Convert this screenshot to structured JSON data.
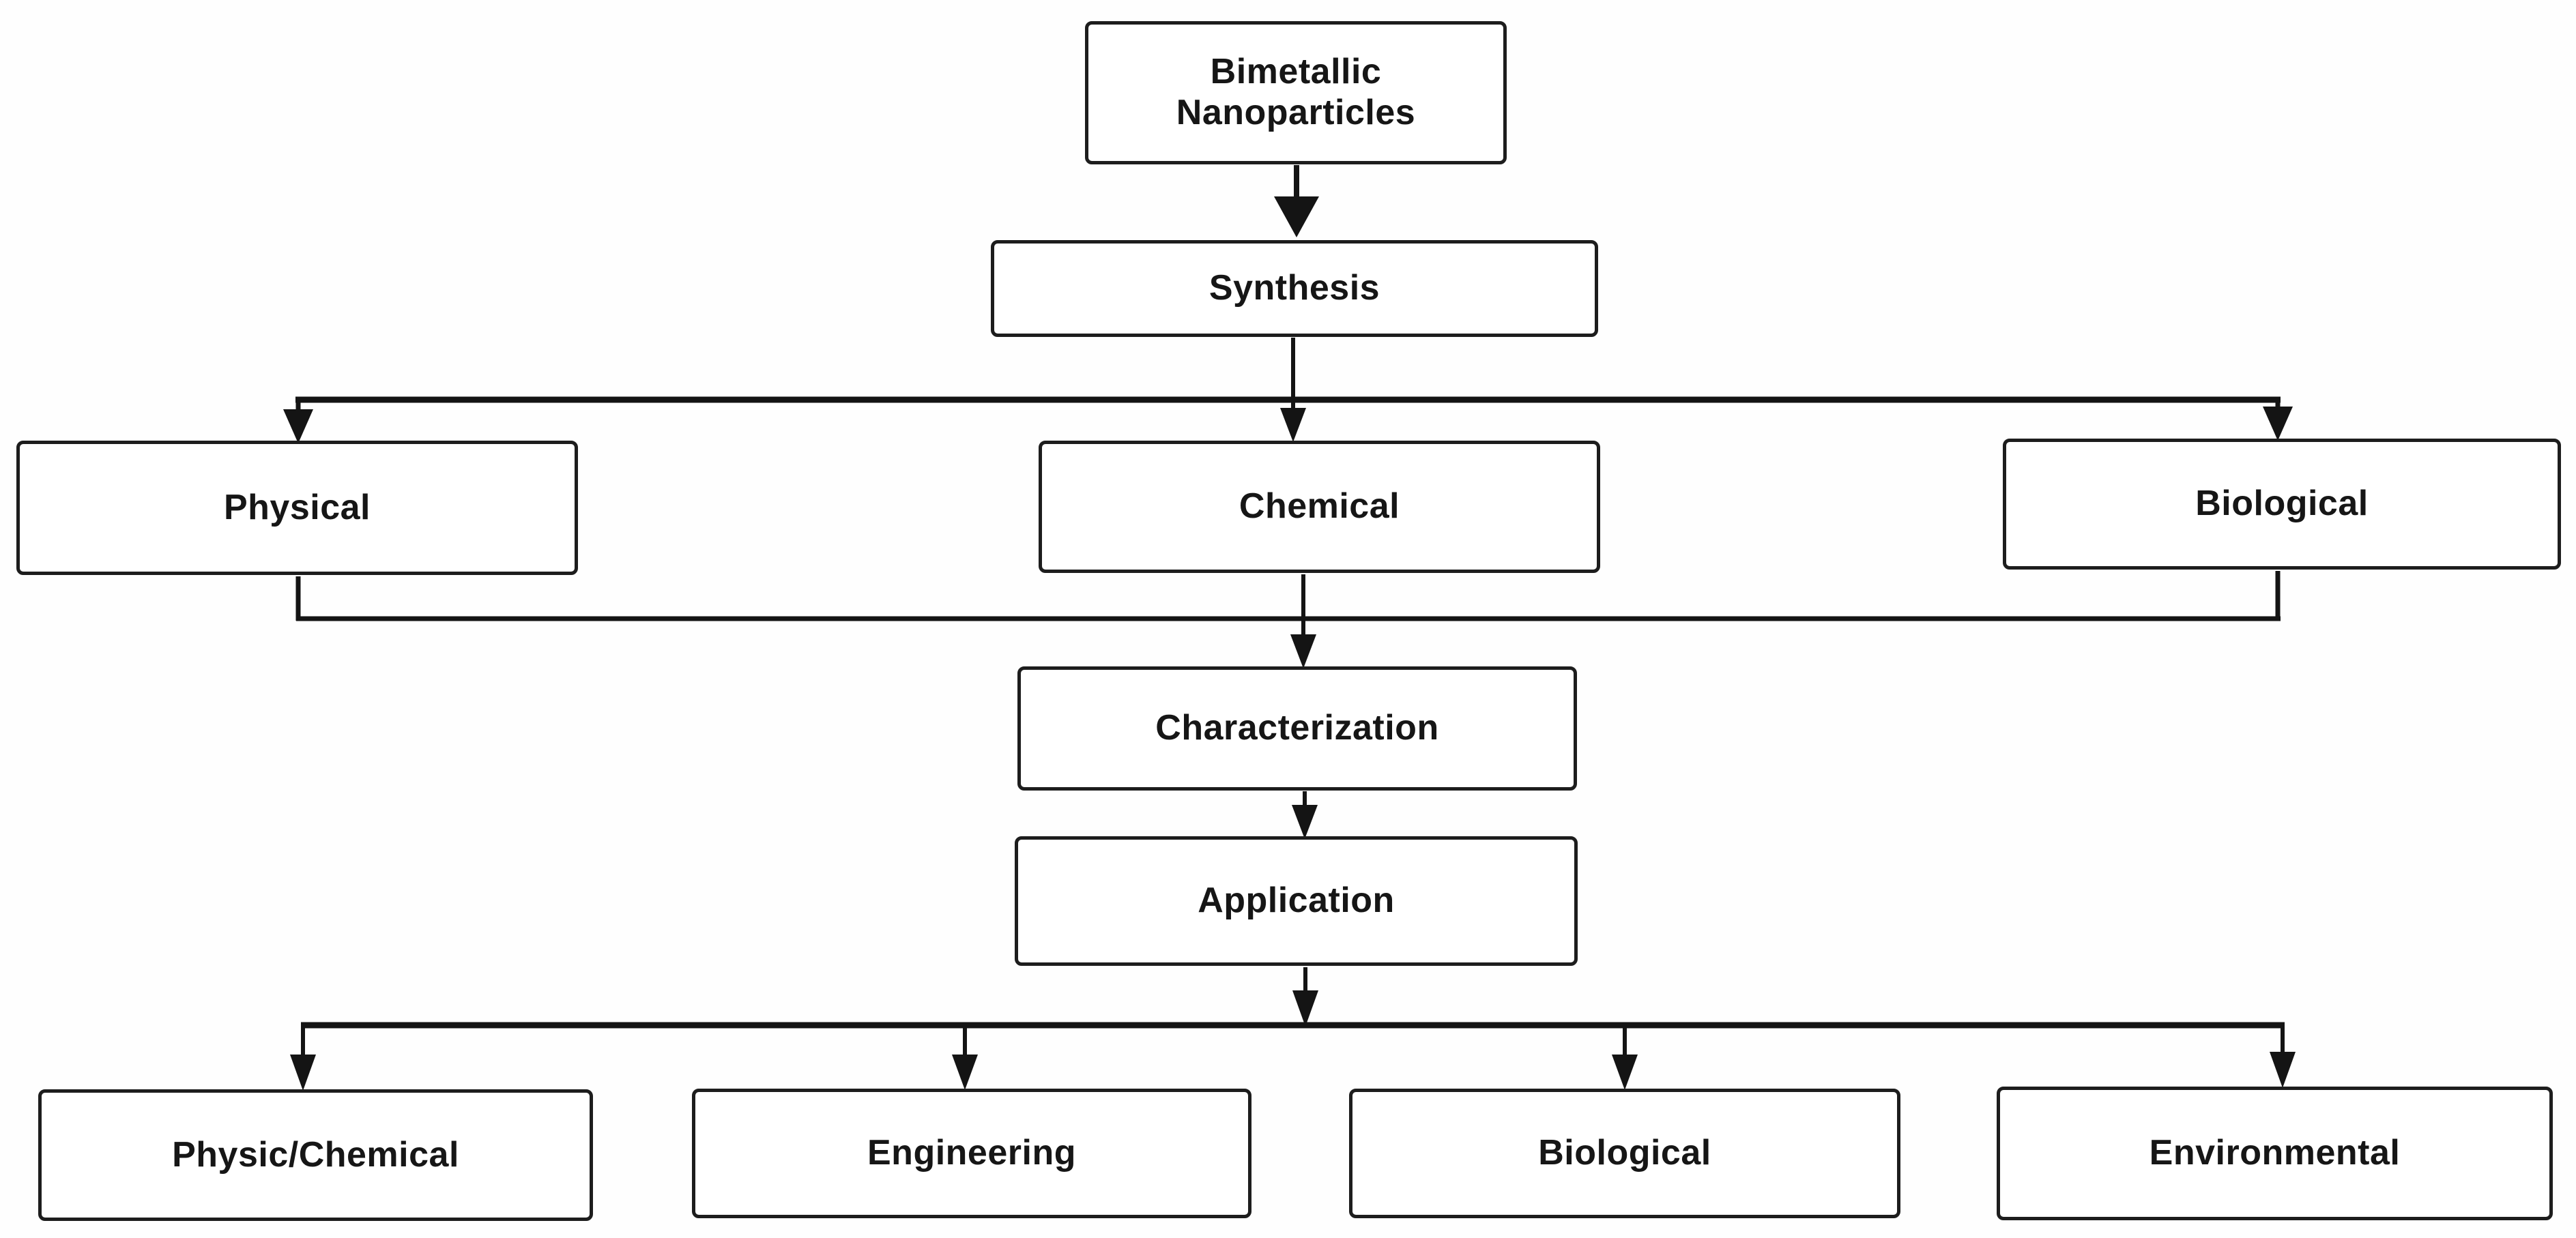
{
  "diagram": {
    "type": "flowchart",
    "background_color": "#ffffff",
    "line_color": "#141414",
    "box_border_color": "#1d1d1d",
    "nodes": {
      "bimetallic": {
        "lines": [
          "Bimetallic",
          "Nanoparticles"
        ]
      },
      "synthesis": {
        "label": "Synthesis"
      },
      "physical": {
        "label": "Physical"
      },
      "chemical": {
        "label": "Chemical"
      },
      "biological_synthesis": {
        "label": "Biological"
      },
      "characterization": {
        "label": "Characterization"
      },
      "application": {
        "label": "Application"
      },
      "physic_chemical": {
        "label": "Physic/Chemical"
      },
      "engineering": {
        "label": "Engineering"
      },
      "biological_application": {
        "label": "Biological"
      },
      "environmental": {
        "label": "Environmental"
      }
    },
    "edges": [
      {
        "from": "bimetallic",
        "to": "synthesis"
      },
      {
        "from": "synthesis",
        "to": "physical"
      },
      {
        "from": "synthesis",
        "to": "chemical"
      },
      {
        "from": "synthesis",
        "to": "biological_synthesis"
      },
      {
        "from": "physical",
        "to": "characterization"
      },
      {
        "from": "chemical",
        "to": "characterization"
      },
      {
        "from": "biological_synthesis",
        "to": "characterization"
      },
      {
        "from": "characterization",
        "to": "application"
      },
      {
        "from": "application",
        "to": "physic_chemical"
      },
      {
        "from": "application",
        "to": "engineering"
      },
      {
        "from": "application",
        "to": "biological_application"
      },
      {
        "from": "application",
        "to": "environmental"
      }
    ]
  }
}
